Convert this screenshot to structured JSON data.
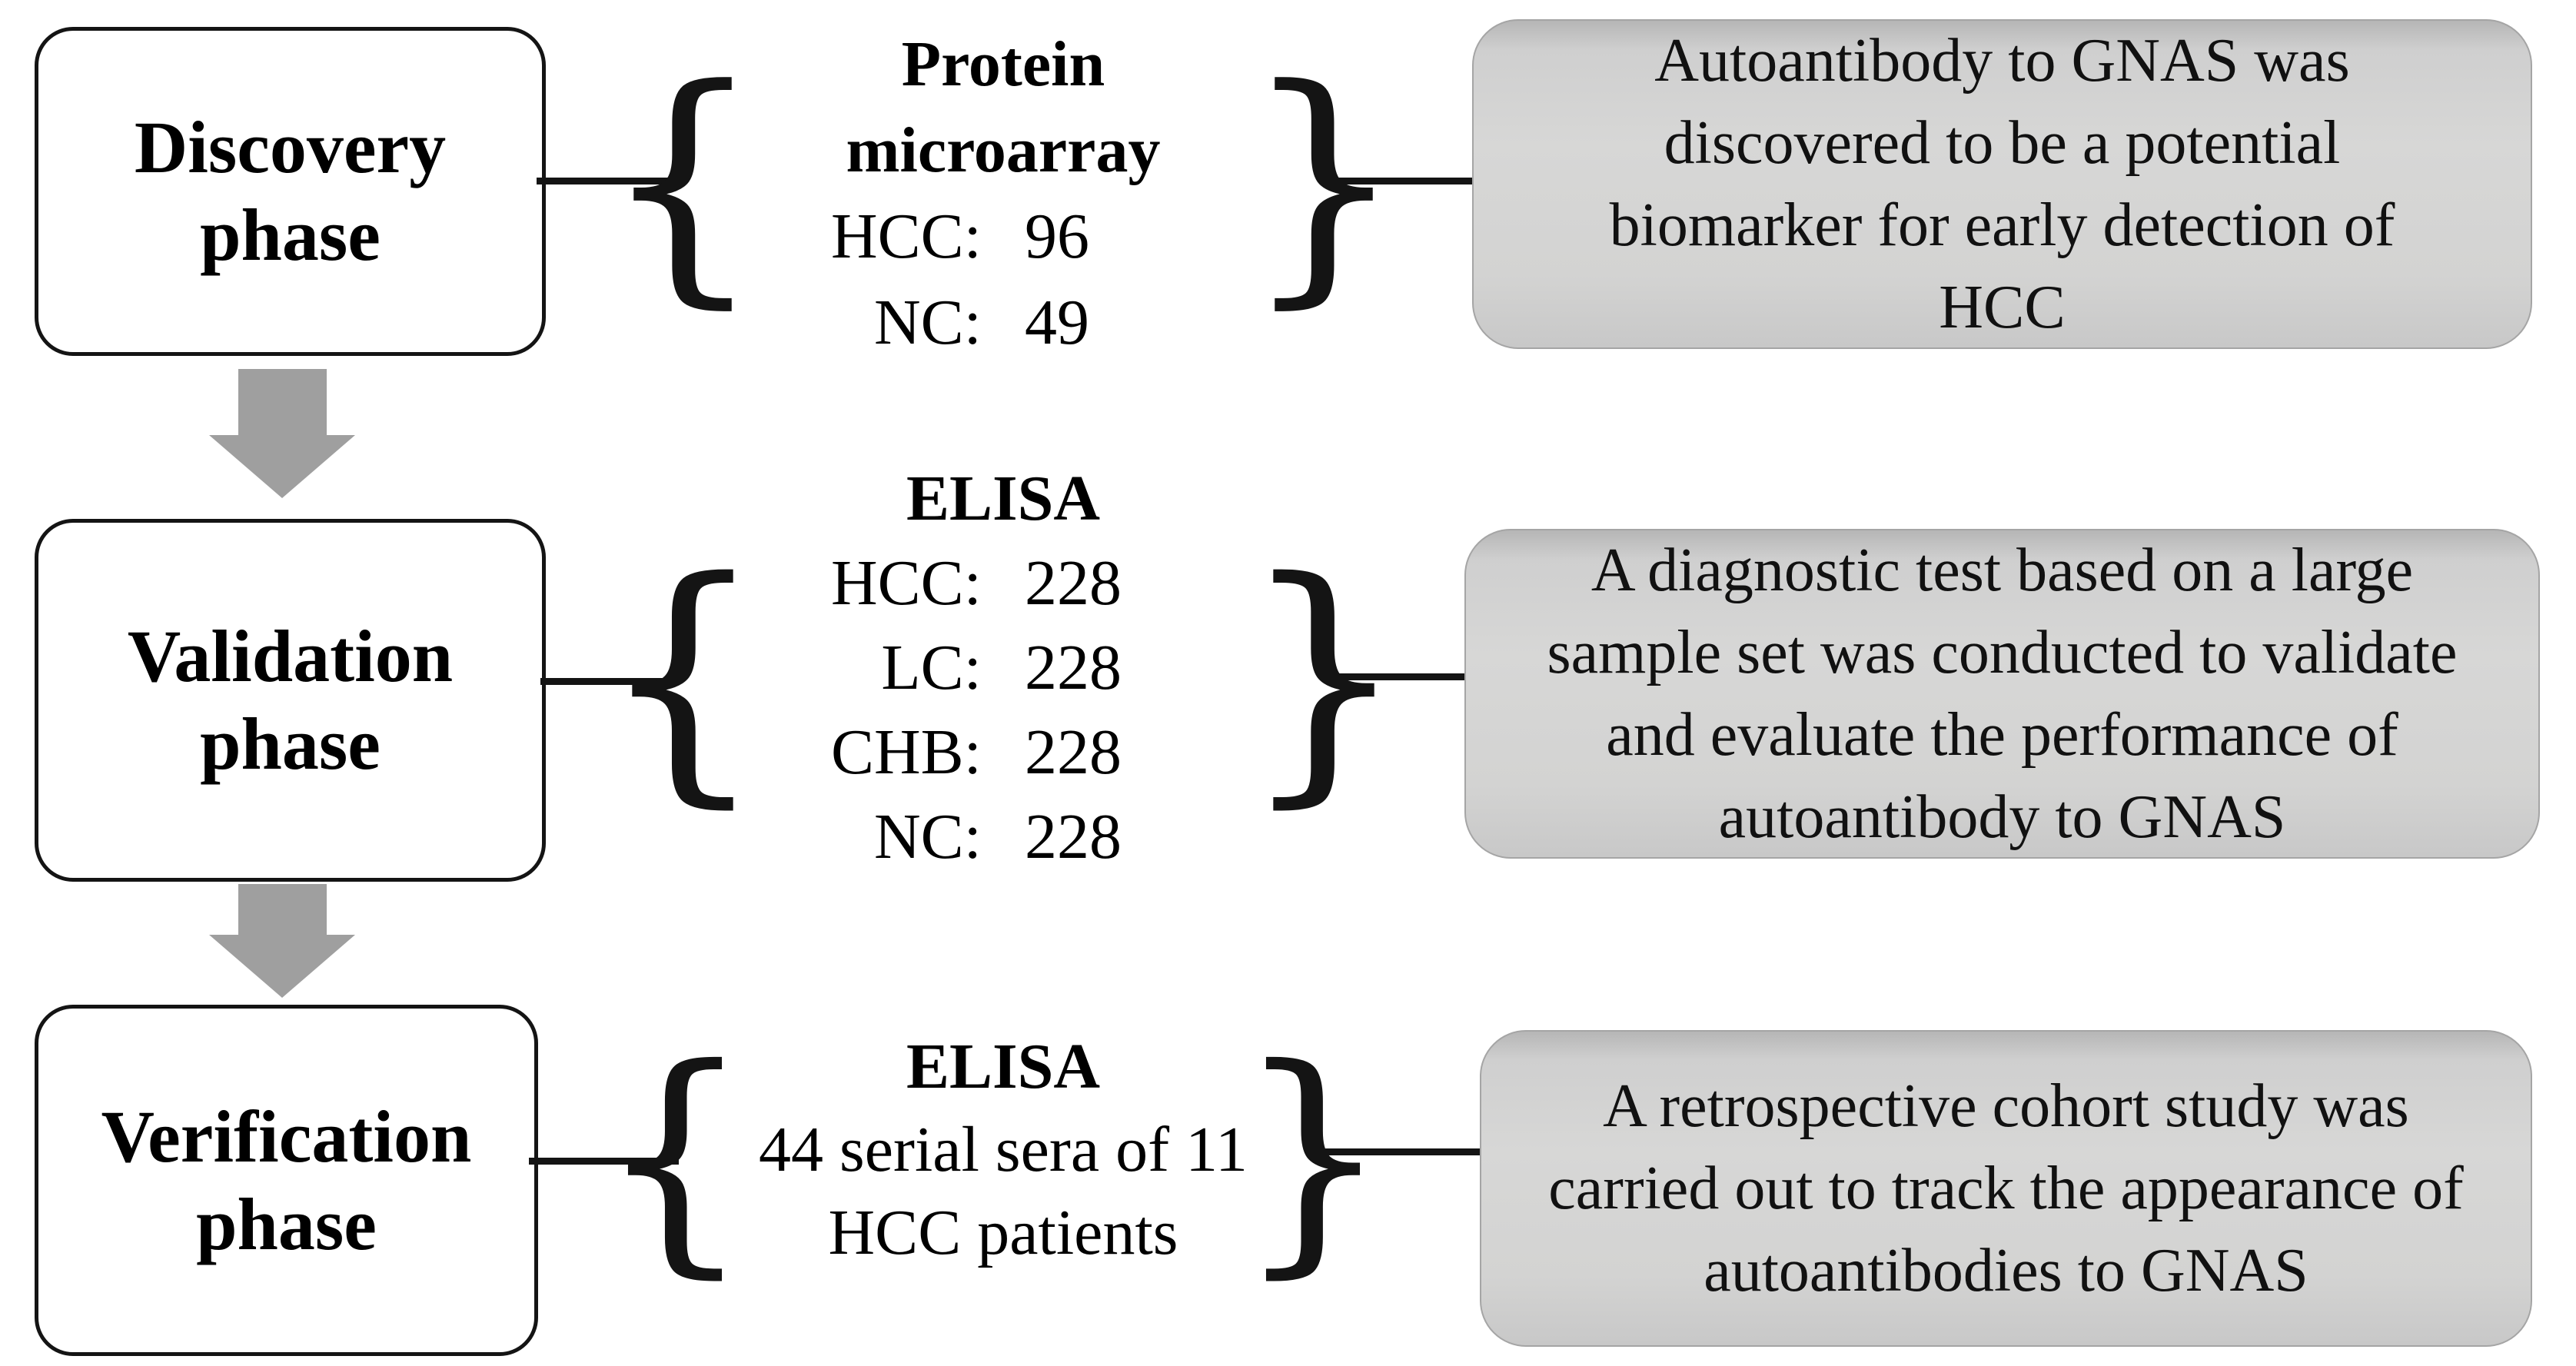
{
  "glyphs": {
    "brace_left": "{",
    "brace_right": "}",
    "flow_arrow_direction": "down"
  },
  "colors": {
    "background": "#ffffff",
    "phase_box_border": "#141414",
    "connector_line": "#141414",
    "info_box_fill": "#d3d3d2",
    "info_box_fill_top": "#b6b6b6",
    "info_box_border": "#a5a5a5",
    "arrow_gray": "#9f9f9f",
    "text": "#000000"
  },
  "rows": [
    {
      "phase_line1": "Discovery",
      "phase_line2": "phase",
      "method_title_lines": [
        "Protein",
        "microarray"
      ],
      "samples": [
        {
          "label": "HCC:",
          "value": "96"
        },
        {
          "label": "NC:",
          "value": "49"
        }
      ],
      "summary_lines": [
        "Autoantibody to GNAS was",
        "discovered to be a potential",
        "biomarker for early detection of",
        "HCC"
      ]
    },
    {
      "phase_line1": "Validation",
      "phase_line2": "phase",
      "method_title_lines": [
        "ELISA"
      ],
      "samples": [
        {
          "label": "HCC:",
          "value": "228"
        },
        {
          "label": "LC:",
          "value": "228"
        },
        {
          "label": "CHB:",
          "value": "228"
        },
        {
          "label": "NC:",
          "value": "228"
        }
      ],
      "summary_lines": [
        "A diagnostic test based on a large",
        "sample set was conducted to validate",
        "and evaluate the performance of",
        "autoantibody to GNAS"
      ]
    },
    {
      "phase_line1": "Verification",
      "phase_line2": "phase",
      "method_title_lines": [
        "ELISA"
      ],
      "note_lines": [
        "44 serial sera of 11",
        "HCC patients"
      ],
      "summary_lines": [
        "A retrospective cohort study was",
        "carried out to track the appearance of",
        "autoantibodies to GNAS"
      ]
    }
  ]
}
